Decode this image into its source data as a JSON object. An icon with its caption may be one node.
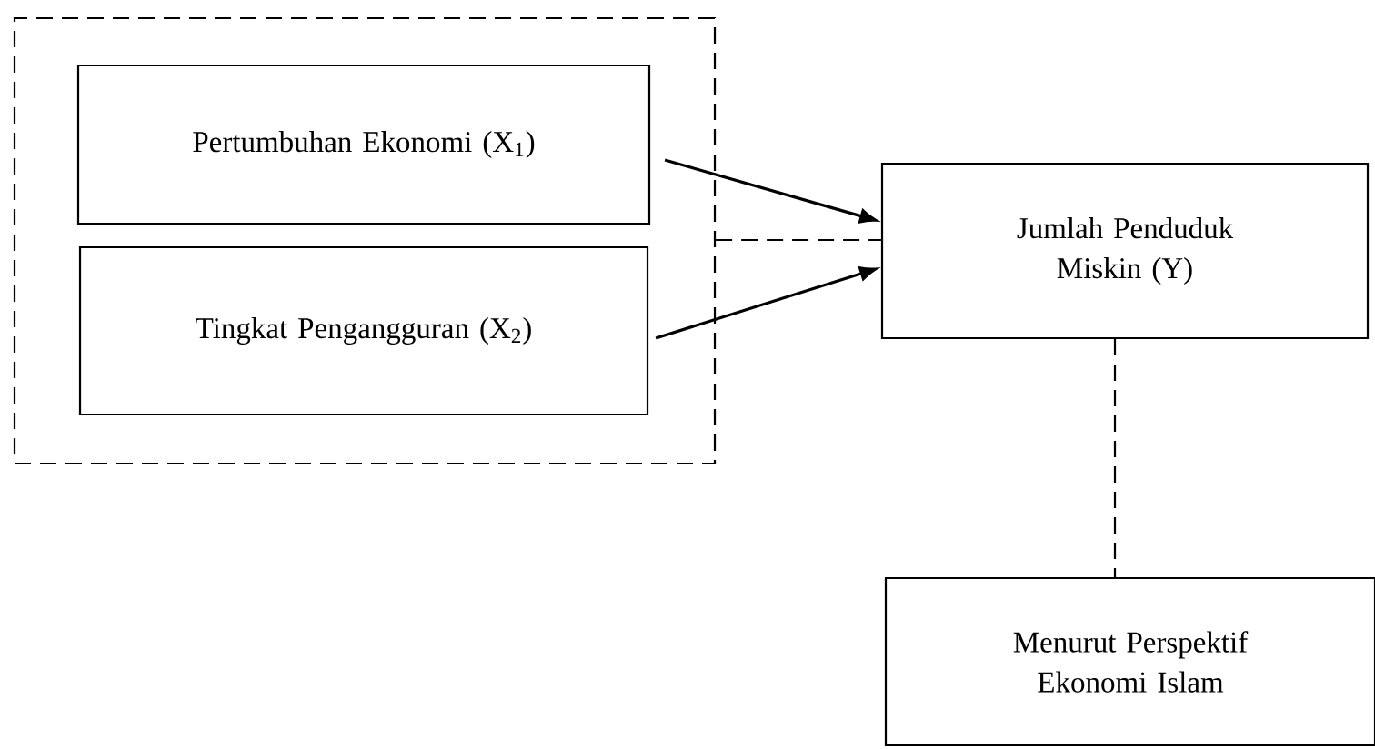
{
  "diagram": {
    "nodes": [
      {
        "text": [],
        "shape": "box"
      },
      {
        "text": [
          "Pertumbuhan Ekonomi (X$_{1}$)"
        ],
        "in": 0
      },
      {
        "text": [
          "Tingkat Pengangguran (X$_{2}$)"
        ],
        "in": 0
      },
      {
        "text": [
          "Jumlah Penduduk Miskin (Y)"
        ]
      },
      {
        "text": [
          "Menurut Perspektif Ekonomi Islam"
        ]
      }
    ],
    "edges": [
      {
        "from": 1,
        "to": 3,
        "arrow": "to"
      },
      {
        "from": 2,
        "to": 3,
        "arrow": "to"
      },
      {
        "from": 0,
        "to": 3,
        "arrow": "none",
        "style": "dashed"
      },
      {
        "from": 3,
        "to": 4,
        "arrow": "none",
        "style": "dashed"
      }
    ]
  }
}
